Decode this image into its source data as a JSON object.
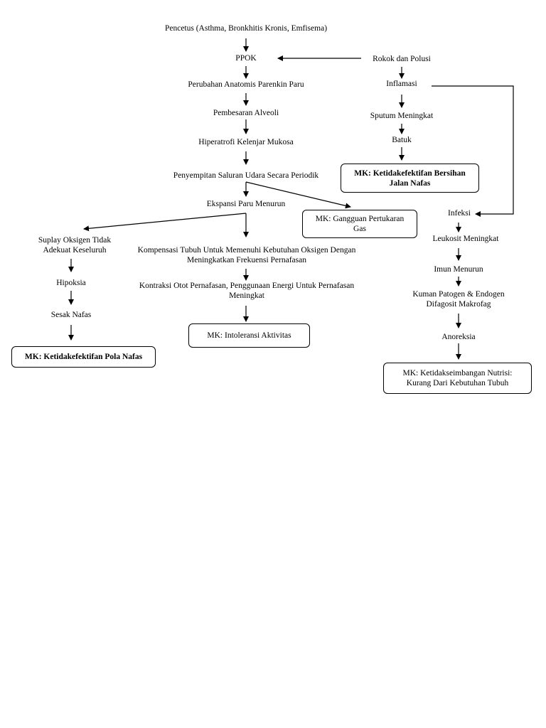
{
  "main_chain": {
    "pencetus": "Pencetus (Asthma, Bronkhitis Kronis, Emfisema)",
    "ppok": "PPOK",
    "perubahan": "Perubahan Anatomis Parenkin Paru",
    "pembesaran": "Pembesaran Alveoli",
    "hiperatrofi": "Hiperatrofi Kelenjar Mukosa",
    "penyempitan": "Penyempitan Saluran Udara Secara Periodik",
    "ekspansi": "Ekspansi Paru Menurun"
  },
  "left_chain": {
    "suplay_1": "Suplay Oksigen Tidak",
    "suplay_2": "Adekuat Keseluruh",
    "hipoksia": "Hipoksia",
    "sesak": "Sesak Nafas",
    "mk_pola_nafas": "MK: Ketidakefektifan Pola Nafas"
  },
  "center_chain": {
    "kompensasi_1": "Kompensasi Tubuh Untuk Memenuhi Kebutuhan Oksigen Dengan",
    "kompensasi_2": "Meningkatkan Frekuensi Pernafasan",
    "kontraksi_1": "Kontraksi Otot Pernafasan, Penggunaan Energi Untuk Pernafasan",
    "kontraksi_2": "Meningkat",
    "mk_intoleransi": "MK: Intoleransi Aktivitas"
  },
  "gas_box": {
    "line_1": "MK: Gangguan Pertukaran",
    "line_2": "Gas"
  },
  "right_chain": {
    "rokok": "Rokok dan Polusi",
    "inflamasi": "Inflamasi",
    "sputum": "Sputum Meningkat",
    "batuk": "Batuk",
    "mk_bersihan_1": "MK: Ketidakefektifan Bersihan",
    "mk_bersihan_2": "Jalan Nafas"
  },
  "infection_chain": {
    "infeksi": "Infeksi",
    "leukosit": "Leukosit Meningkat",
    "imun": "Imun Menurun",
    "kuman_1": "Kuman Patogen & Endogen",
    "kuman_2": "Difagosit Makrofag",
    "anoreksia": "Anoreksia",
    "mk_nutrisi_1": "MK: Ketidakseimbangan Nutrisi:",
    "mk_nutrisi_2": "Kurang Dari Kebutuhan Tubuh"
  }
}
